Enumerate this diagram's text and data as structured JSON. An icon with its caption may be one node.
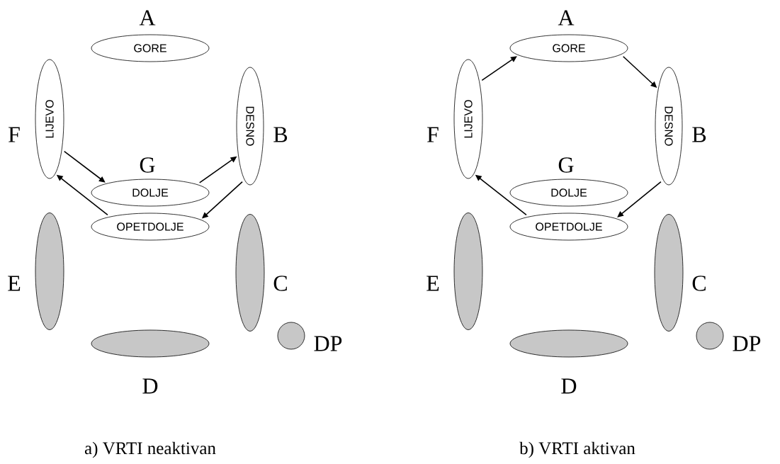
{
  "diagram": {
    "nodes": [
      {
        "text": [
          "GORE"
        ],
        "beside": [
          "A"
        ]
      },
      {
        "text": [
          "LIJEVO"
        ],
        "beside": [
          "F"
        ]
      },
      {
        "text": [
          "DESNO"
        ],
        "beside": [
          "B"
        ]
      },
      {
        "text": [
          "DOLJE"
        ],
        "beside": [
          "G"
        ]
      },
      {
        "text": [
          "OPETDOLJE"
        ]
      },
      {
        "text": [],
        "shape": "ellipse",
        "beside": [
          "E"
        ]
      },
      {
        "text": [],
        "shape": "ellipse",
        "beside": [
          "C"
        ]
      },
      {
        "text": [],
        "shape": "ellipse",
        "beside": [
          "D"
        ]
      },
      {
        "text": [],
        "shape": "circle",
        "beside": [
          "DP"
        ]
      },
      {
        "text": [
          "GORE"
        ],
        "beside": [
          "A"
        ]
      },
      {
        "text": [
          "LIJEVO"
        ],
        "beside": [
          "F"
        ]
      },
      {
        "text": [
          "DESNO"
        ],
        "beside": [
          "B"
        ]
      },
      {
        "text": [
          "DOLJE"
        ],
        "beside": [
          "G"
        ]
      },
      {
        "text": [
          "OPETDOLJE"
        ]
      },
      {
        "text": [],
        "shape": "ellipse",
        "beside": [
          "E"
        ]
      },
      {
        "text": [],
        "shape": "ellipse",
        "beside": [
          "C"
        ]
      },
      {
        "text": [],
        "shape": "ellipse",
        "beside": [
          "D"
        ]
      },
      {
        "text": [],
        "shape": "circle",
        "beside": [
          "DP"
        ]
      }
    ],
    "edges": [
      {
        "from": 1,
        "to": 3,
        "arrow": "to"
      },
      {
        "from": 3,
        "to": 2,
        "arrow": "to"
      },
      {
        "from": 2,
        "to": 4,
        "arrow": "to"
      },
      {
        "from": 4,
        "to": 1,
        "arrow": "to"
      },
      {
        "from": 10,
        "to": 9,
        "arrow": "to"
      },
      {
        "from": 9,
        "to": 11,
        "arrow": "to"
      },
      {
        "from": 11,
        "to": 13,
        "arrow": "to"
      },
      {
        "from": 13,
        "to": 10,
        "arrow": "to"
      }
    ],
    "labels": [
      "a) VRTI neaktivan",
      "b) VRTI aktivan"
    ]
  }
}
